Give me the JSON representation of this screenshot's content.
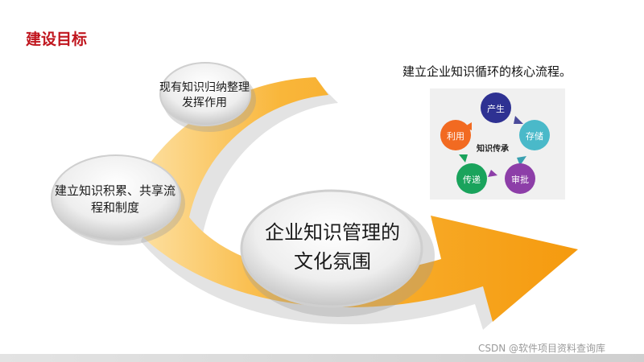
{
  "header": {
    "title": "建设目标"
  },
  "subtitle": "建立企业知识循环的核心流程。",
  "bubbles": [
    {
      "label": "现有知识归纳整理发挥作用"
    },
    {
      "label": "建立知识积累、共享流程和制度"
    },
    {
      "label": "企业知识管理的文化氛围"
    }
  ],
  "cycle": {
    "center": "知识传承",
    "nodes": [
      {
        "label": "产生",
        "color": "#2e3192"
      },
      {
        "label": "存储",
        "color": "#4ab9c9"
      },
      {
        "label": "审批",
        "color": "#8d3ea8"
      },
      {
        "label": "传递",
        "color": "#1aa35c"
      },
      {
        "label": "利用",
        "color": "#f26a21"
      }
    ]
  },
  "colors": {
    "title_red": "#c0161e",
    "arrow_orange": "#f7a11a",
    "arrow_light": "#fbd07a"
  },
  "watermark": "CSDN @软件项目资料查询库"
}
